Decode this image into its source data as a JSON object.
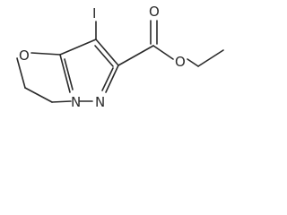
{
  "molecule": {
    "atoms": {
      "iodine": "I",
      "ring_oxygen": "O",
      "bridgehead_nitrogen": "N",
      "pyrazole_nitrogen": "N",
      "carbonyl_oxygen": "O",
      "ester_oxygen": "O"
    }
  },
  "colors": {
    "stroke": "#2a2a2a",
    "background": "#ffffff"
  }
}
